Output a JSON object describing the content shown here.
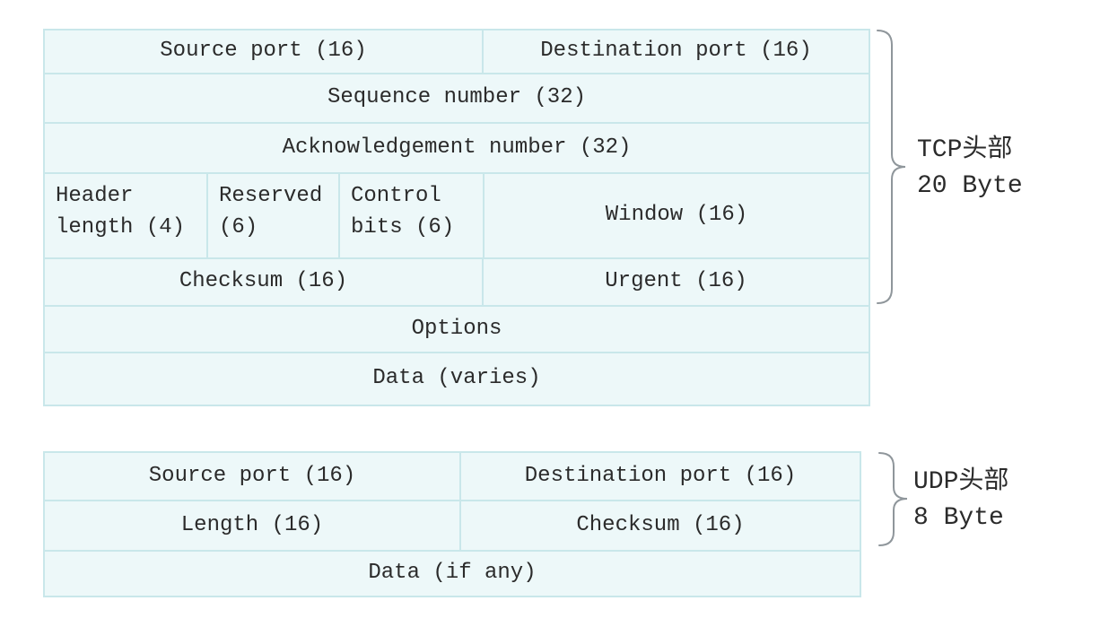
{
  "tcp": {
    "rows": [
      {
        "cells": [
          {
            "label": "Source port (16)"
          },
          {
            "label": "Destination port (16)"
          }
        ]
      },
      {
        "cells": [
          {
            "label": "Sequence number (32)"
          }
        ]
      },
      {
        "cells": [
          {
            "label": "Acknowledgement number (32)"
          }
        ]
      },
      {
        "cells": [
          {
            "label": "Header length (4)"
          },
          {
            "label": "Reserved (6)"
          },
          {
            "label": "Control bits (6)"
          },
          {
            "label": "Window (16)"
          }
        ]
      },
      {
        "cells": [
          {
            "label": "Checksum (16)"
          },
          {
            "label": "Urgent (16)"
          }
        ]
      },
      {
        "cells": [
          {
            "label": "Options"
          }
        ]
      },
      {
        "cells": [
          {
            "label": "Data (varies)"
          }
        ]
      }
    ],
    "brace_label": {
      "line1": "TCP头部",
      "line2": "20 Byte"
    }
  },
  "udp": {
    "rows": [
      {
        "cells": [
          {
            "label": "Source port (16)"
          },
          {
            "label": "Destination port (16)"
          }
        ]
      },
      {
        "cells": [
          {
            "label": "Length (16)"
          },
          {
            "label": "Checksum (16)"
          }
        ]
      },
      {
        "cells": [
          {
            "label": "Data (if any)"
          }
        ]
      }
    ],
    "brace_label": {
      "line1": "UDP头部",
      "line2": "8 Byte"
    }
  },
  "colors": {
    "cell_fill": "#edf8f9",
    "border": "#c9e7ea",
    "text": "#2b2b2b",
    "brace": "#8f969b"
  }
}
